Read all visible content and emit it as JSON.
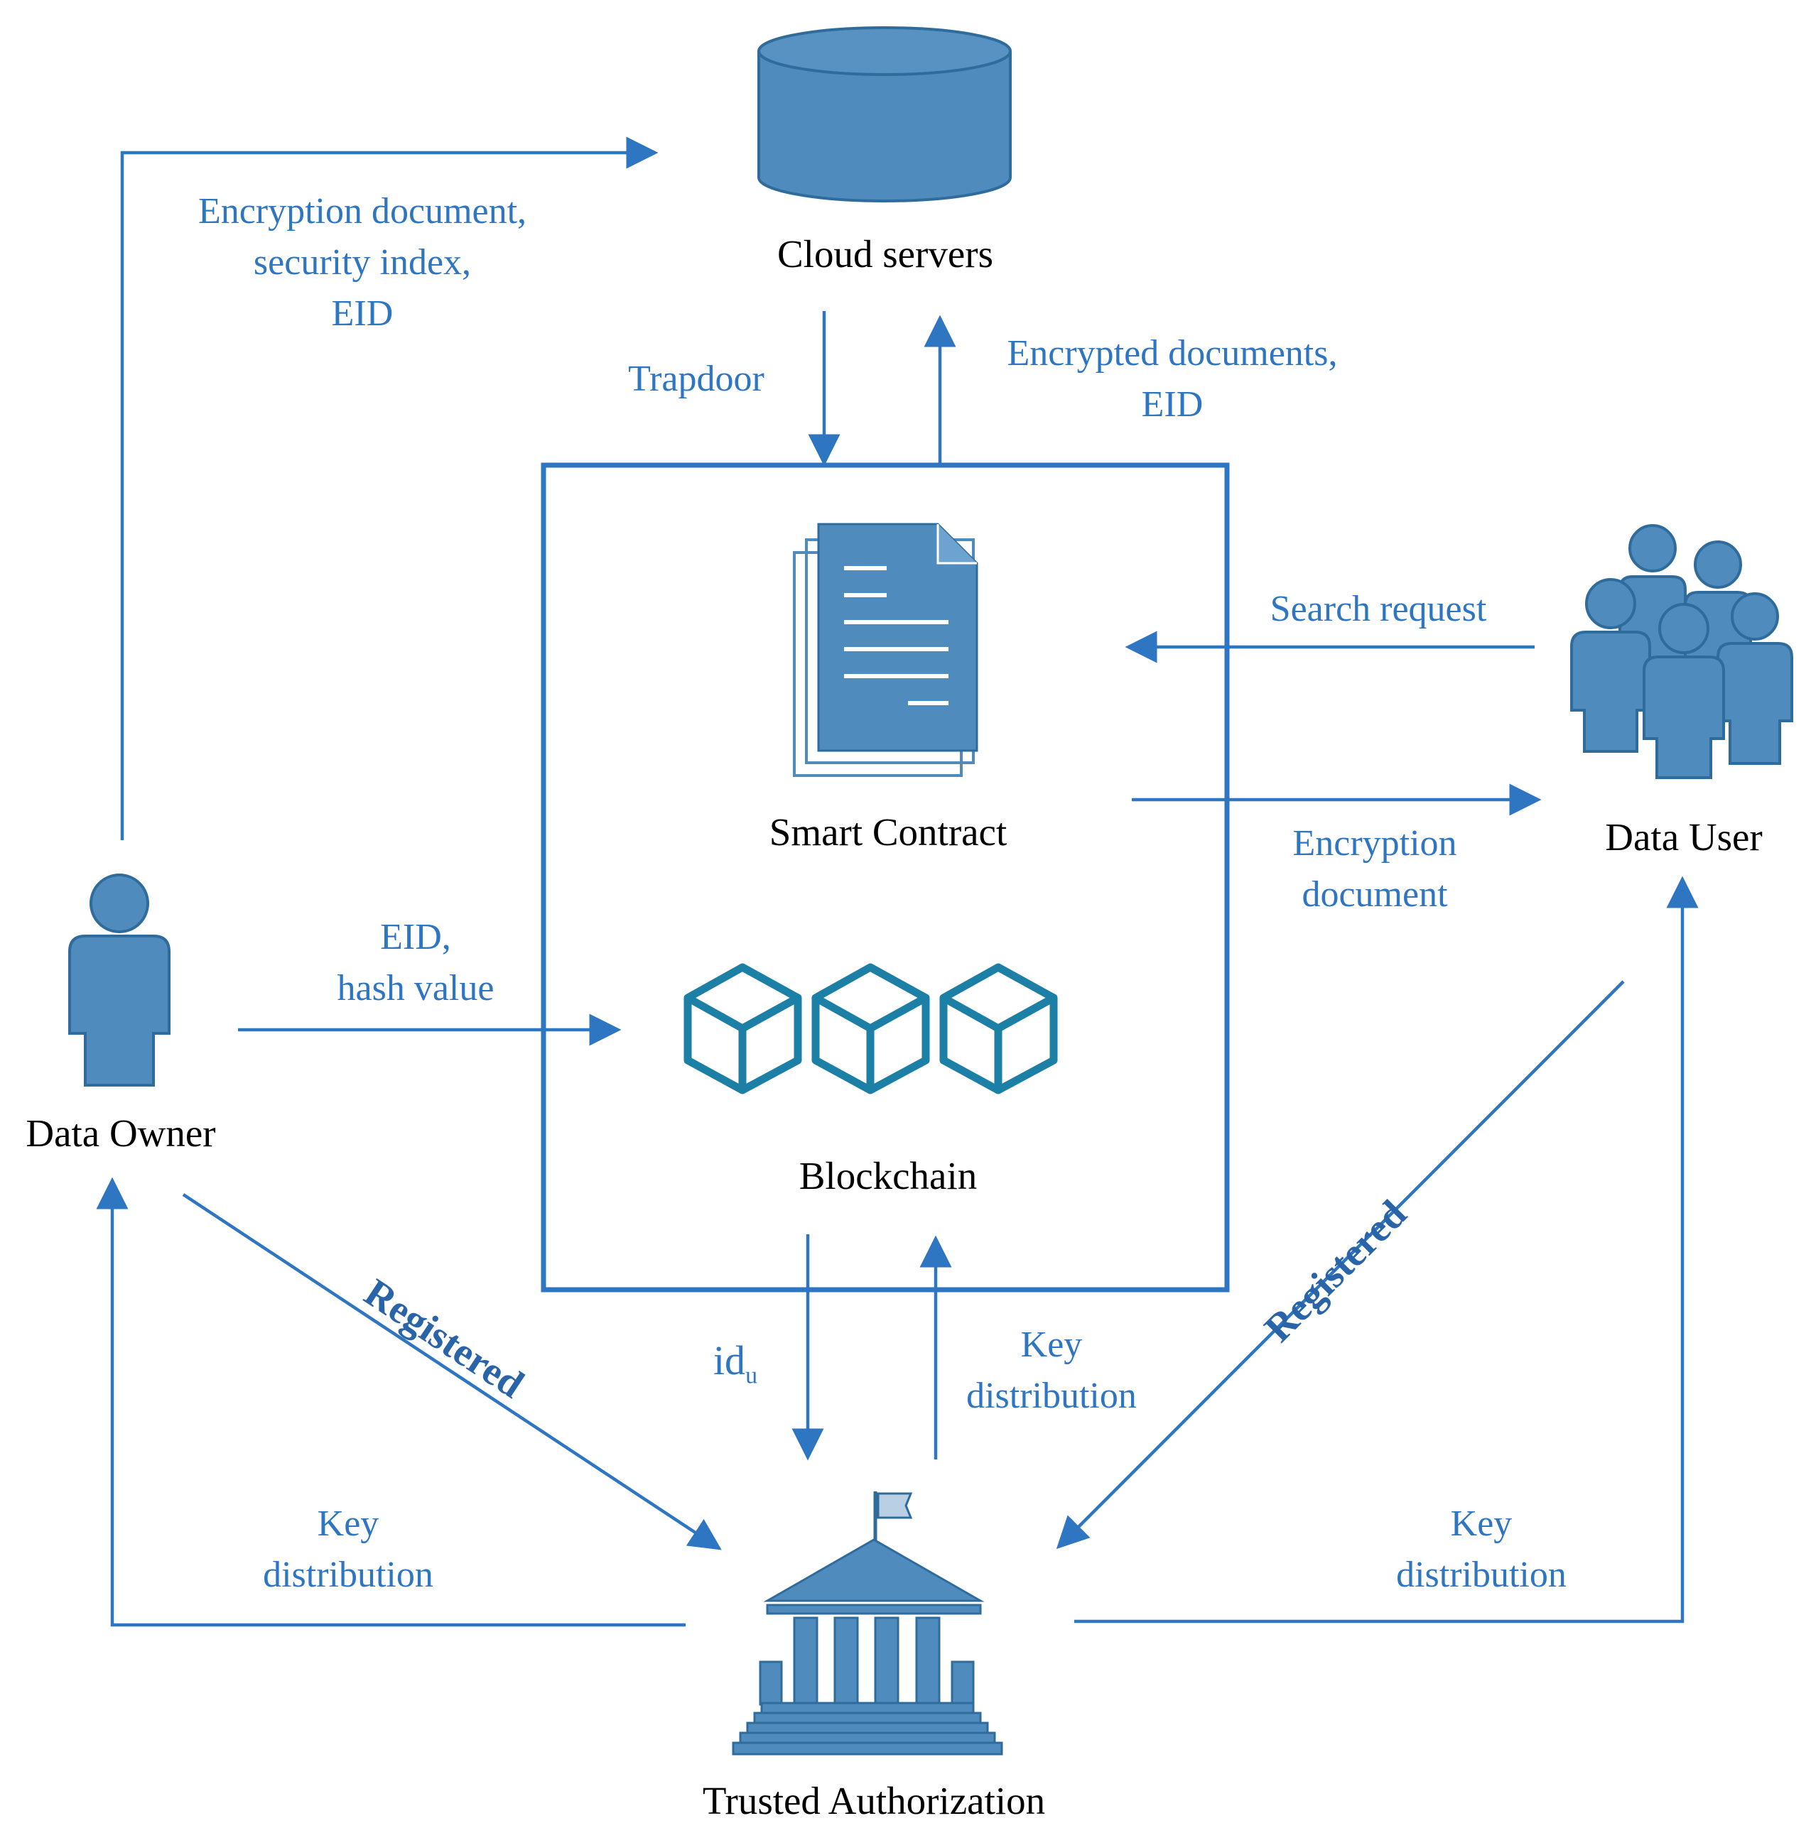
{
  "nodes": {
    "cloud_servers": "Cloud servers",
    "smart_contract": "Smart Contract",
    "blockchain": "Blockchain",
    "data_owner": "Data Owner",
    "data_user": "Data User",
    "trusted_authorization": "Trusted Authorization"
  },
  "edges": {
    "owner_to_cloud": [
      "Encryption document,",
      "security index,",
      "EID"
    ],
    "trapdoor": "Trapdoor",
    "contract_to_cloud": [
      "Encrypted documents,",
      "EID"
    ],
    "search_request": "Search request",
    "encryption_document": [
      "Encryption",
      "document"
    ],
    "owner_to_blockchain": [
      "EID,",
      "hash value"
    ],
    "idu_base": "id",
    "idu_sub": "u",
    "key_dist_up": [
      "Key",
      "distribution"
    ],
    "key_dist_owner": [
      "Key",
      "distribution"
    ],
    "key_dist_user": [
      "Key",
      "distribution"
    ],
    "registered_owner": "Registered",
    "registered_user": "Registered"
  },
  "colors": {
    "line": "#2e75c2",
    "icon_fill": "#4f8bbd",
    "icon_stroke": "#2f6c9c",
    "box": "#2e75c2",
    "text_blue": "#2e75c2"
  }
}
